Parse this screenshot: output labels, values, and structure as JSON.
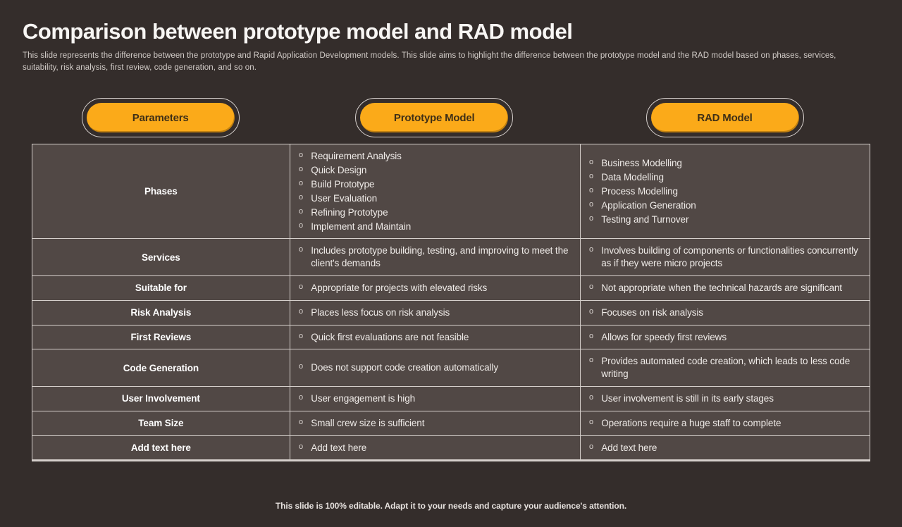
{
  "slide": {
    "title": "Comparison between prototype model and RAD model",
    "subtitle": "This slide represents the difference between the prototype and Rapid Application Development models. This slide aims to highlight the difference between the prototype model and the RAD model based on phases, services, suitability, risk analysis, first review, code generation, and so on.",
    "footer": "This slide is 100% editable. Adapt it to your needs and capture your audience's attention."
  },
  "colors": {
    "background": "#342d2b",
    "cell_background": "#514845",
    "grid_border": "#d6d0cc",
    "accent_yellow": "#fbaa19",
    "pill_text": "#3f2f16",
    "body_text": "#efebe8"
  },
  "bullet_char": "o",
  "columns": [
    {
      "header": "Parameters"
    },
    {
      "header": "Prototype Model"
    },
    {
      "header": "RAD Model"
    }
  ],
  "rows": [
    {
      "parameter": "Phases",
      "prototype": [
        "Requirement Analysis",
        "Quick Design",
        "Build Prototype",
        "User Evaluation",
        "Refining Prototype",
        "Implement and Maintain"
      ],
      "rad": [
        "Business Modelling",
        "Data Modelling",
        "Process Modelling",
        "Application Generation",
        "Testing and Turnover"
      ]
    },
    {
      "parameter": "Services",
      "prototype": [
        "Includes prototype building, testing, and improving to meet the client's demands"
      ],
      "rad": [
        "Involves building of components or functionalities concurrently as if they were micro projects"
      ]
    },
    {
      "parameter": "Suitable for",
      "prototype": [
        "Appropriate for projects with elevated risks"
      ],
      "rad": [
        "Not appropriate when the technical hazards are significant"
      ]
    },
    {
      "parameter": "Risk Analysis",
      "prototype": [
        "Places less focus on risk analysis"
      ],
      "rad": [
        "Focuses on risk analysis"
      ]
    },
    {
      "parameter": "First Reviews",
      "prototype": [
        "Quick first evaluations are not feasible"
      ],
      "rad": [
        "Allows for speedy first reviews"
      ]
    },
    {
      "parameter": "Code Generation",
      "prototype": [
        "Does not support code creation automatically"
      ],
      "rad": [
        "Provides automated code creation, which leads to less code writing"
      ]
    },
    {
      "parameter": "User Involvement",
      "prototype": [
        "User engagement is high"
      ],
      "rad": [
        "User involvement is still in its early stages"
      ]
    },
    {
      "parameter": "Team Size",
      "prototype": [
        "Small crew size is sufficient"
      ],
      "rad": [
        "Operations require a huge staff to complete"
      ]
    },
    {
      "parameter": "Add text here",
      "prototype": [
        "Add text here"
      ],
      "rad": [
        "Add text here"
      ]
    }
  ]
}
